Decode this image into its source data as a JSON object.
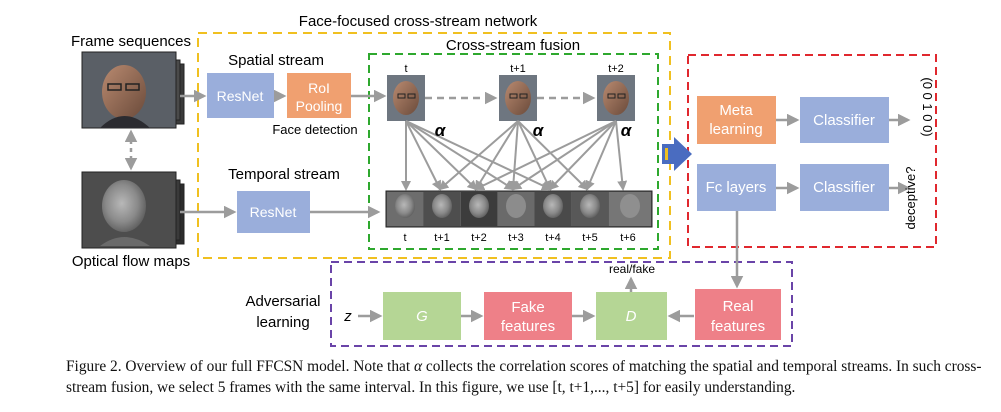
{
  "network_title": "Face-focused cross-stream network",
  "inputs": {
    "frames_label": "Frame sequences",
    "flow_label": "Optical flow maps"
  },
  "spatial_stream": {
    "title": "Spatial stream",
    "resnet": "ResNet",
    "roi_line1": "RoI",
    "roi_line2": "Pooling",
    "face_detection": "Face detection"
  },
  "temporal_stream": {
    "title": "Temporal stream",
    "resnet": "ResNet"
  },
  "fusion": {
    "title": "Cross-stream fusion",
    "spatial_frames": [
      "t",
      "t+1",
      "t+2"
    ],
    "alpha": "α",
    "flow_frames": [
      "t",
      "t+1",
      "t+2",
      "t+3",
      "t+4",
      "t+5",
      "t+6"
    ]
  },
  "heads": {
    "meta_line1": "Meta",
    "meta_line2": "learning",
    "classifier": "Classifier",
    "fc_layers": "Fc layers",
    "output_vector": "(0 0 1 0 0)",
    "output_question": "deceptive?"
  },
  "adversarial": {
    "title_line1": "Adversarial",
    "title_line2": "learning",
    "z": "z",
    "G": "G",
    "fake_line1": "Fake",
    "fake_line2": "features",
    "D": "D",
    "real_line1": "Real",
    "real_line2": "features",
    "real_fake": "real/fake"
  },
  "colors": {
    "blue_box": "#9aaedb",
    "orange_box": "#f0a070",
    "green_box": "#b5d695",
    "pink_box": "#ee8088",
    "yellow_border": "#f0c020",
    "green_border": "#2ea82e",
    "red_border": "#e0282e",
    "purple_border": "#6a44a8",
    "arrow_gray": "#9c9c9c",
    "blue_arrow": "#4a6cc0"
  },
  "caption": {
    "prefix": "Figure 2. Overview of our full FFCSN model. Note that ",
    "alpha": "α",
    "rest": " collects the correlation scores of matching the spatial and temporal streams. In such cross-stream fusion, we select 5 frames with the same interval. In this figure, we use [t, t+1,..., t+5] for easily understanding."
  }
}
